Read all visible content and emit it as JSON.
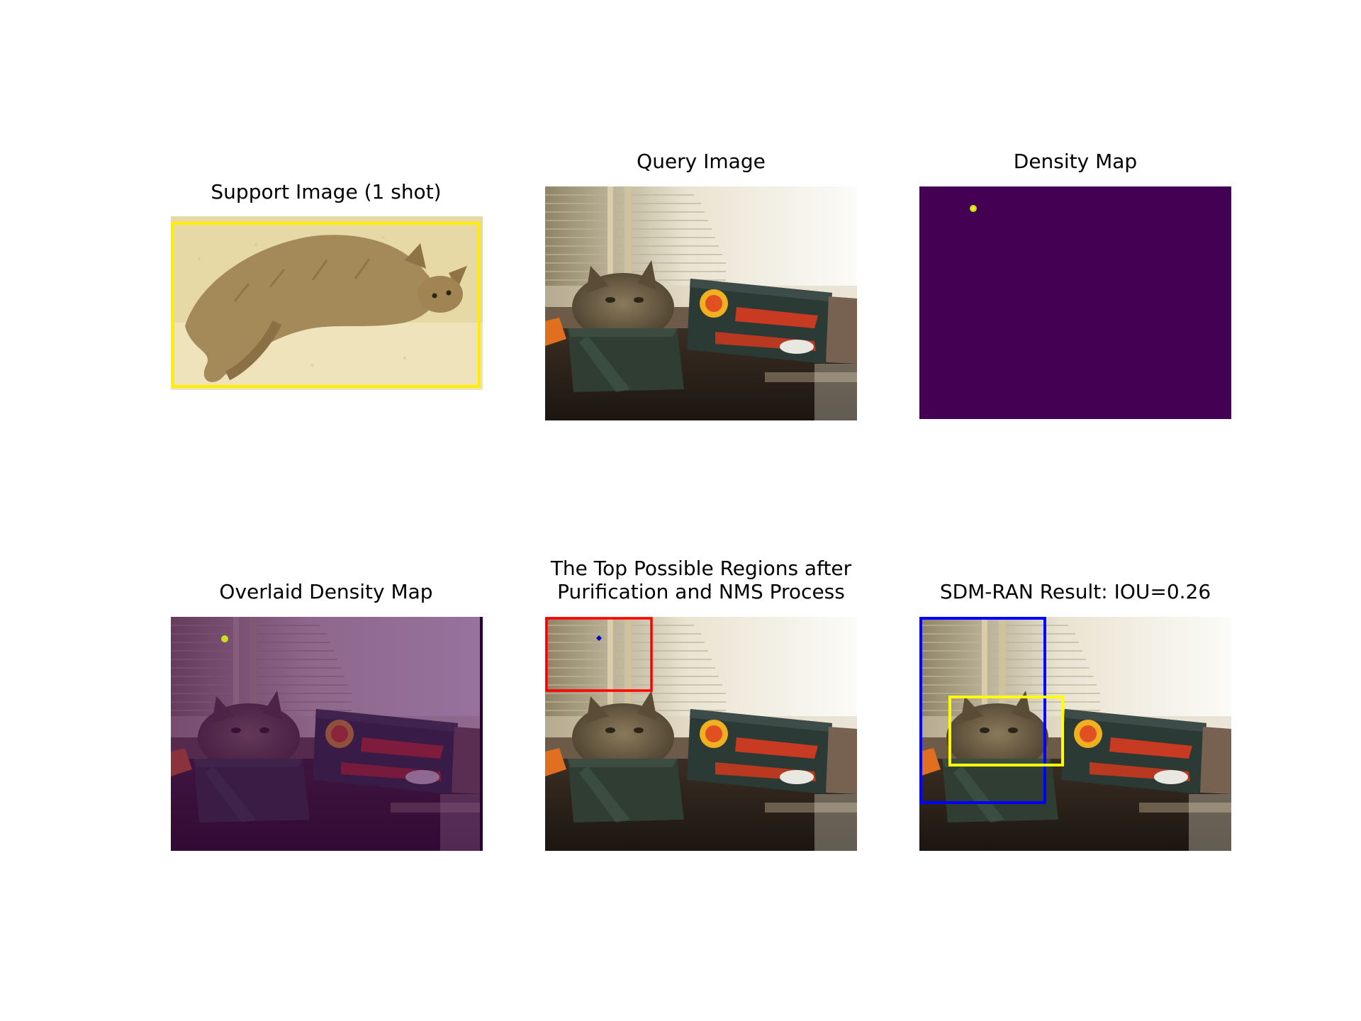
{
  "figure": {
    "panels": [
      {
        "title": "Support Image (1 shot)",
        "content": "cat lying on carpet with yellow support box"
      },
      {
        "title": "Query Image",
        "content": "cat in box beside rocket-kit box near window blinds"
      },
      {
        "title": "Density Map",
        "content": "uniform dark purple density map with one bright peak"
      },
      {
        "title": "Overlaid Density Map",
        "content": "query image overlaid with purple density map"
      },
      {
        "title": "The Top Possible Regions after\nPurification and NMS Process",
        "content": "query image with red candidate region and blue peak marker"
      },
      {
        "title": "SDM-RAN Result: IOU=0.26",
        "content": "query image with blue predicted box and yellow ground-truth box"
      }
    ],
    "colors": {
      "support_box": "#ffee00",
      "density_bg": "#440154",
      "density_peak": "#c8e020",
      "candidate_box": "#ff0000",
      "peak_marker": "#0000cc",
      "prediction_box": "#0000ff",
      "ground_truth_box": "#ffff00"
    }
  }
}
